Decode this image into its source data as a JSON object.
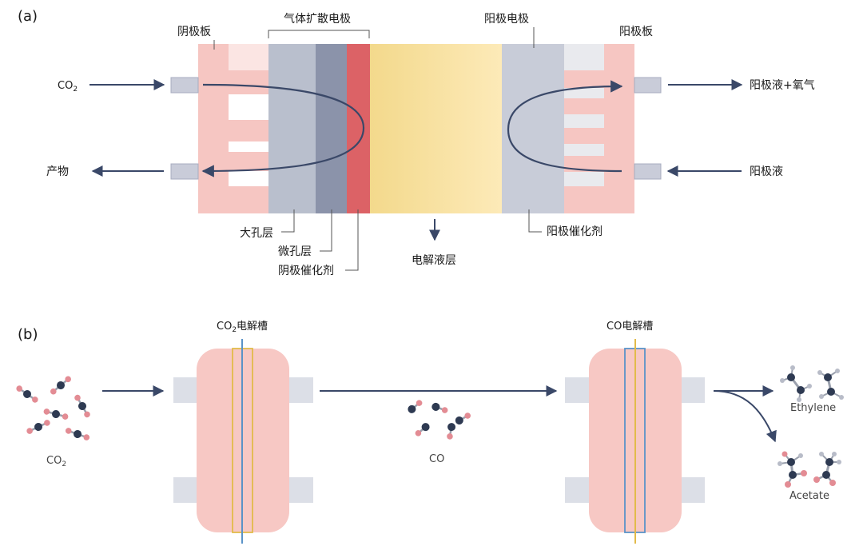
{
  "panel_a": {
    "tag": "(a)",
    "cathode_plate": "阴极板",
    "gas_diffusion_electrode": "气体扩散电极",
    "anode_electrode": "阳极电极",
    "anode_plate": "阳极板",
    "co2_in": "CO",
    "co2_in_sub": "2",
    "product_out": "产物",
    "anolyte_oxygen_out": "阳极液+氧气",
    "anolyte_in": "阳极液",
    "macroporous_layer": "大孔层",
    "microporous_layer": "微孔层",
    "cathode_catalyst": "阴极催化剂",
    "electrolyte_layer": "电解液层",
    "anode_catalyst": "阳极催化剂"
  },
  "panel_b": {
    "tag": "(b)",
    "co2_cell_prefix": "CO",
    "co2_cell_sub": "2",
    "co2_cell_suffix": "电解槽",
    "co_cell": "CO电解槽",
    "co2_label": "CO",
    "co2_label_sub": "2",
    "co_label": "CO",
    "ethylene_label": "Ethylene",
    "acetate_label": "Acetate"
  },
  "colors": {
    "plate_pink": "#f6c6c2",
    "macro_gray": "#b9bfcd",
    "micro_slate": "#8b93aa",
    "catalyst_red": "#dc6266",
    "electrolyte_yellow": "#f8e0a0",
    "anode_gray": "#c8ccd8",
    "arrow_navy": "#3a4868",
    "membrane_blue": "#5a93c8",
    "membrane_yellow": "#e2bb4a"
  }
}
